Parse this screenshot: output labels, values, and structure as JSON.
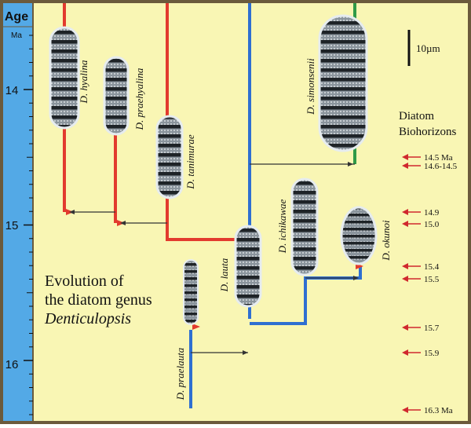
{
  "colors": {
    "panel_bg": "#f9f6b4",
    "age_column": "#53a9e6",
    "lineage_red": "#e23b2e",
    "lineage_blue": "#2f6fd1",
    "lineage_green": "#2f9a47",
    "frame_brown": "#6b5a3c",
    "connector": "#333333"
  },
  "age_axis": {
    "title": "Age",
    "unit": "Ma",
    "tick_labels": [
      "14",
      "15",
      "16"
    ]
  },
  "scale_bar": {
    "label": "10µm"
  },
  "figure_title": {
    "line1": "Evolution of",
    "line2": "the diatom genus",
    "line3": "Denticulopsis"
  },
  "biohorizons": {
    "title_line1": "Diatom",
    "title_line2": "Biohorizons",
    "markers": [
      "14.5 Ma",
      "14.6-14.5",
      "14.9",
      "15.0",
      "15.4",
      "15.5",
      "15.7",
      "15.9",
      "16.3 Ma"
    ]
  },
  "species": {
    "hyalina": "D. hyalina",
    "praehyalina": "D. praehyalina",
    "tanimurae": "D. tanimurae",
    "simonsenii": "D. simonsenii",
    "lauta": "D. lauta",
    "ichikawae": "D. ichikawae",
    "okunoi": "D. okunoi",
    "praelauta": "D. praelauta"
  }
}
